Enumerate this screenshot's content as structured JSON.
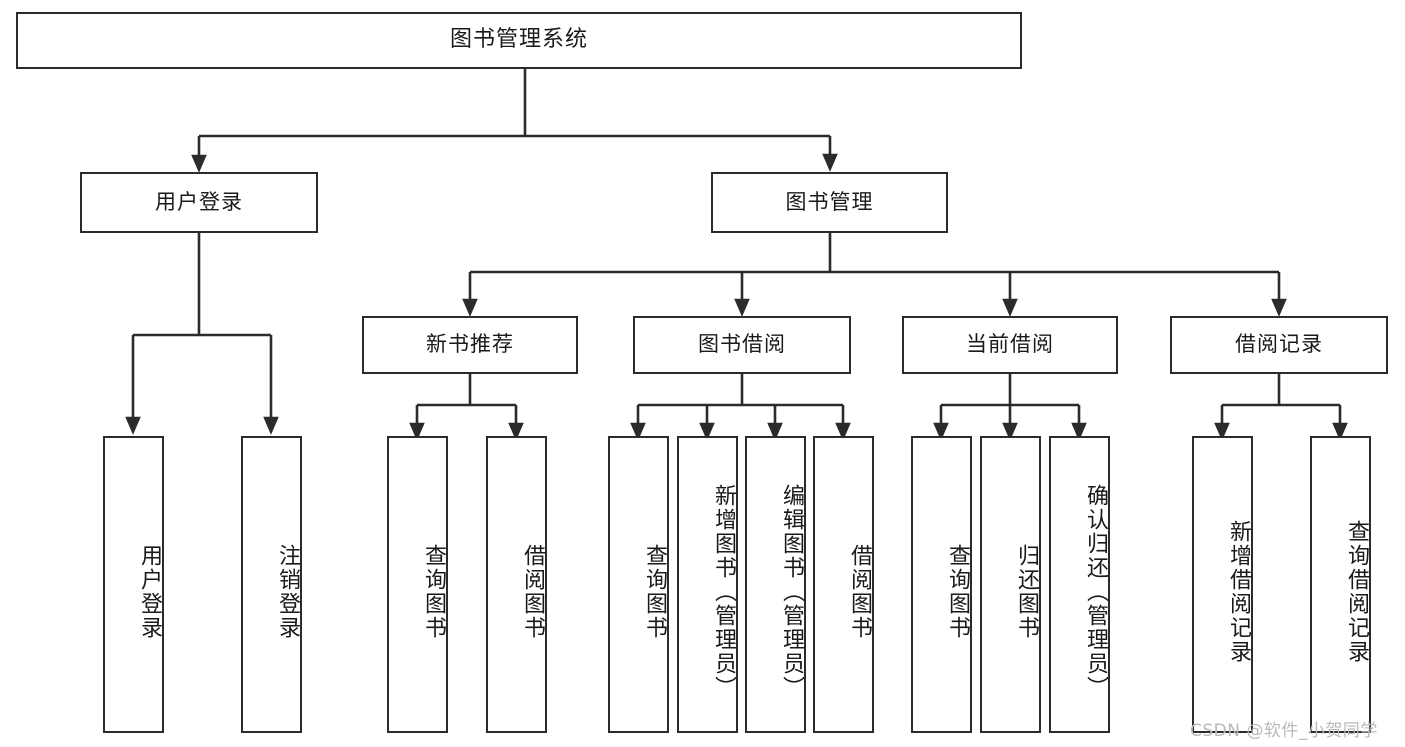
{
  "diagram": {
    "title": "图书管理系统",
    "type": "tree-hierarchy-diagram",
    "watermark": "CSDN @软件_小贺同学",
    "colors": {
      "background": "#ffffff",
      "box_border": "#2b2b2b",
      "box_fill": "#ffffff",
      "text": "#1a1a1a",
      "connector": "#2b2b2b",
      "watermark": "#b9b9b9"
    },
    "root": {
      "label": "图书管理系统"
    },
    "level2": [
      {
        "label": "用户登录"
      },
      {
        "label": "图书管理"
      }
    ],
    "level3": [
      {
        "label": "新书推荐"
      },
      {
        "label": "图书借阅"
      },
      {
        "label": "当前借阅"
      },
      {
        "label": "借阅记录"
      }
    ],
    "leaves": {
      "user_login": [
        {
          "label": "用户登录"
        },
        {
          "label": "注销登录"
        }
      ],
      "new_book": [
        {
          "label": "查询图书"
        },
        {
          "label": "借阅图书"
        }
      ],
      "book_borrow": [
        {
          "label": "查询图书"
        },
        {
          "label": "新增图书（管理员）"
        },
        {
          "label": "编辑图书（管理员）"
        },
        {
          "label": "借阅图书"
        }
      ],
      "current_borrow": [
        {
          "label": "查询图书"
        },
        {
          "label": "归还图书"
        },
        {
          "label": "确认归还（管理员）"
        }
      ],
      "borrow_record": [
        {
          "label": "新增借阅记录"
        },
        {
          "label": "查询借阅记录"
        }
      ]
    }
  }
}
